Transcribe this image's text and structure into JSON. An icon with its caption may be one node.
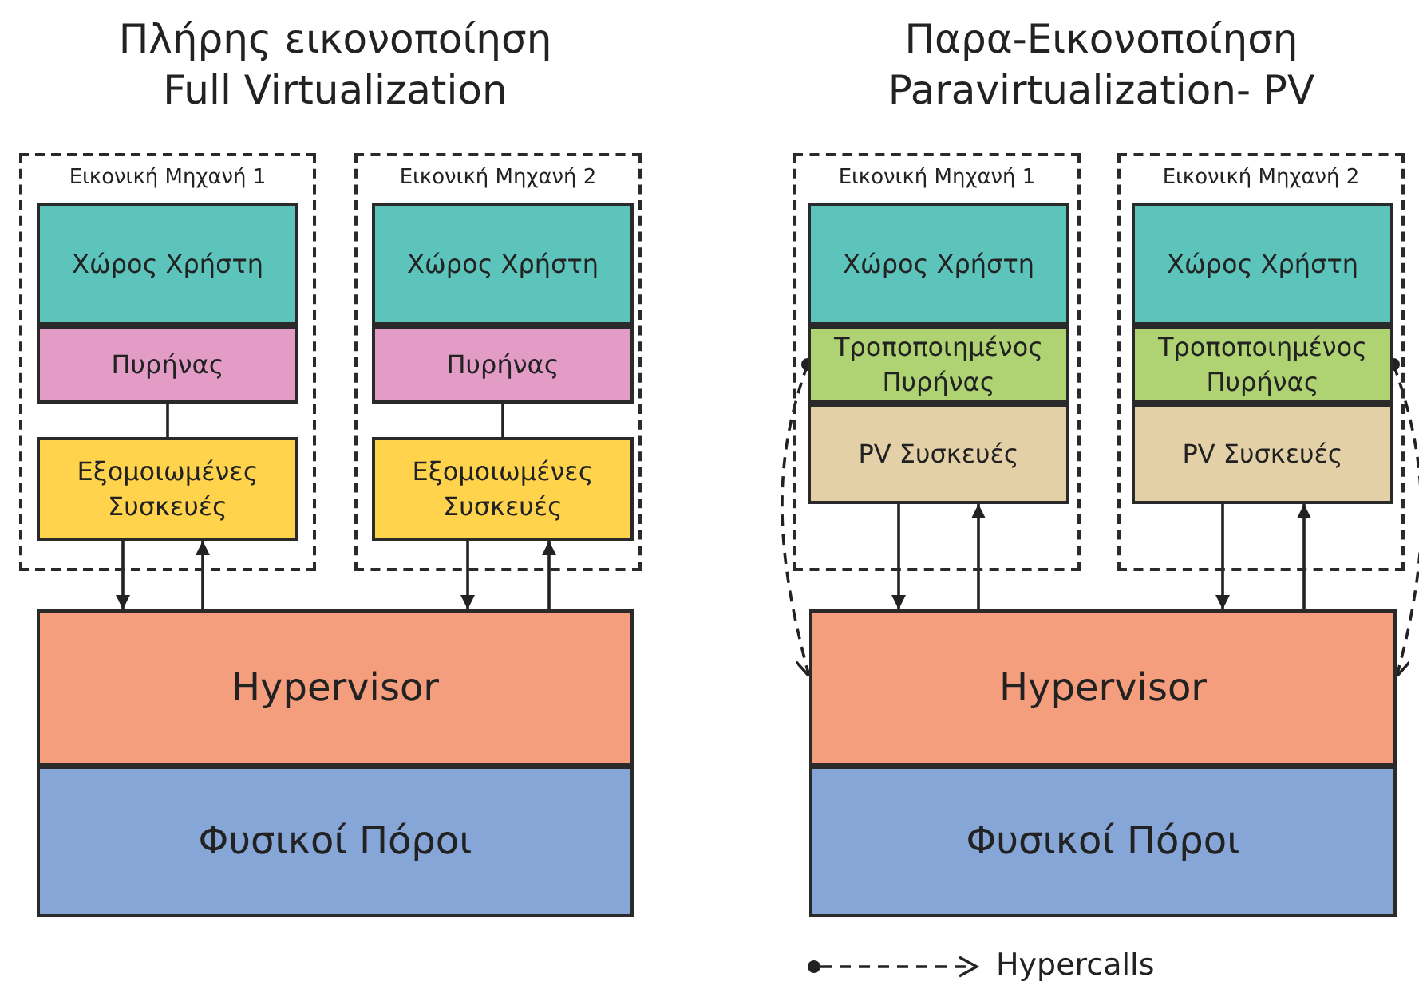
{
  "diagram": {
    "nodes": [
      {
        "text": [
          "Εικονική Μηχανή 1"
        ]
      },
      {
        "text": [
          "Χώρος Χρήστη"
        ],
        "in": 0
      },
      {
        "text": [
          "Πυρήνας"
        ],
        "in": 0
      },
      {
        "text": [
          "Εξομοιωμένες Συσκευές"
        ],
        "in": 0
      },
      {
        "text": [
          "Εικονική Μηχανή 2"
        ]
      },
      {
        "text": [
          "Χώρος Χρήστη"
        ],
        "in": 4
      },
      {
        "text": [
          "Πυρήνας"
        ],
        "in": 4
      },
      {
        "text": [
          "Εξομοιωμένες Συσκευές"
        ],
        "in": 4
      },
      {
        "text": [
          "Hypervisor"
        ]
      },
      {
        "text": [
          "Φυσικοί Πόροι"
        ]
      },
      {
        "text": [
          "Εικονική Μηχανή 1"
        ]
      },
      {
        "text": [
          "Χώρος Χρήστη"
        ],
        "in": 10
      },
      {
        "text": [
          "Τροποποιημένος Πυρήνας"
        ],
        "in": 10
      },
      {
        "text": [
          "PV Συσκευές"
        ],
        "in": 10
      },
      {
        "text": [
          "Εικονική Μηχανή 2"
        ]
      },
      {
        "text": [
          "Χώρος Χρήστη"
        ],
        "in": 14
      },
      {
        "text": [
          "Τροποποιημένος Πυρήνας"
        ],
        "in": 14
      },
      {
        "text": [
          "PV Συσκευές"
        ],
        "in": 14
      },
      {
        "text": [
          "Hypervisor"
        ]
      },
      {
        "text": [
          "Φυσικοί Πόροι"
        ]
      }
    ],
    "edges": [
      {
        "from": 2,
        "to": 3,
        "arrow": "none"
      },
      {
        "from": 3,
        "to": 8,
        "arrow": "to"
      },
      {
        "from": 8,
        "to": 3,
        "arrow": "to"
      },
      {
        "from": 6,
        "to": 7,
        "arrow": "none"
      },
      {
        "from": 7,
        "to": 8,
        "arrow": "to"
      },
      {
        "from": 8,
        "to": 7,
        "arrow": "to"
      },
      {
        "from": 13,
        "to": 18,
        "arrow": "to"
      },
      {
        "from": 18,
        "to": 13,
        "arrow": "to"
      },
      {
        "from": 17,
        "to": 18,
        "arrow": "to"
      },
      {
        "from": 18,
        "to": 17,
        "arrow": "to"
      },
      {
        "from": 12,
        "to": 18,
        "arrow": "to",
        "style": "dashed"
      },
      {
        "from": 16,
        "to": 18,
        "arrow": "to",
        "style": "dashed"
      }
    ],
    "labels": [
      "Πλήρης εικονοποίηση",
      "Full Virtualization",
      "Παρα-Εικονοποίηση",
      "Paravirtualization- PV"
    ],
    "legend": [
      {
        "text": "Hypercalls"
      }
    ]
  }
}
